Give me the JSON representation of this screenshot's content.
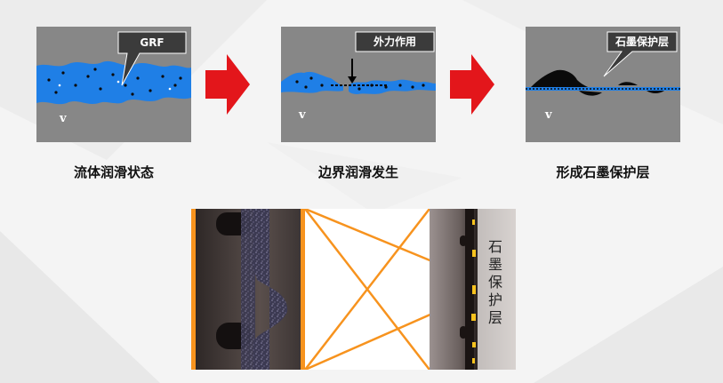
{
  "stages": [
    {
      "callout": "GRF",
      "velocity": "v",
      "caption": "流体润滑状态"
    },
    {
      "callout": "外力作用",
      "velocity": "v",
      "caption": "边界润滑发生"
    },
    {
      "callout": "石墨保护层",
      "velocity": "v",
      "caption": "形成石墨保护层"
    }
  ],
  "micrograph": {
    "label_chars": [
      "石",
      "墨",
      "保",
      "护",
      "层"
    ]
  },
  "colors": {
    "panel_gray": "#878787",
    "fluid_blue": "#1f7fe6",
    "arrow_red": "#e3161b",
    "zoom_orange": "#f7931e",
    "callout_dark": "#3b3b3b"
  }
}
